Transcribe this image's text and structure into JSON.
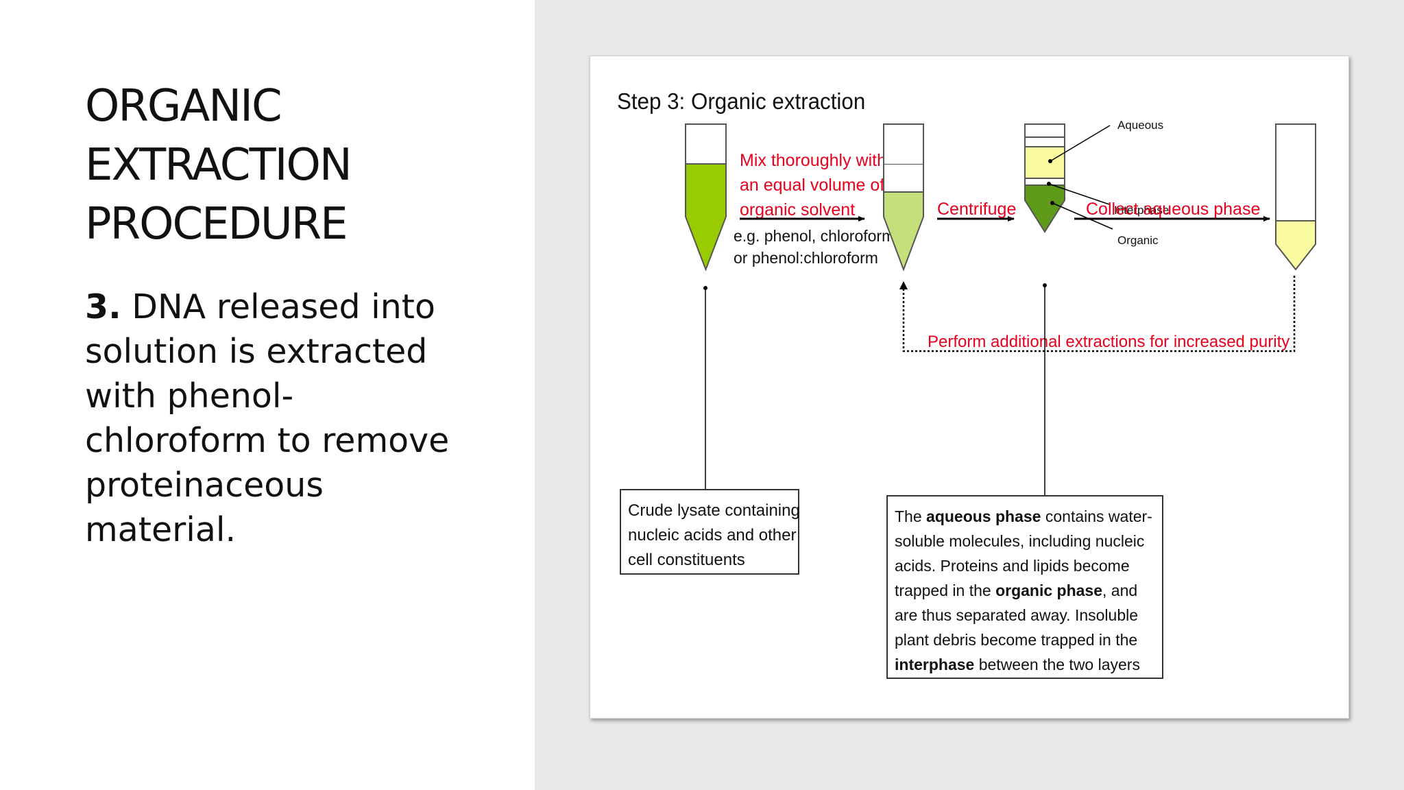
{
  "slide": {
    "title_lines": [
      "ORGANIC",
      "EXTRACTION",
      "PROCEDURE"
    ],
    "body": {
      "step_number": "3.",
      "line1_rest": " DNA released into",
      "line2": "solution is extracted",
      "line3": "with phenol-",
      "line4": "chloroform to remove",
      "line5": "proteinaceous",
      "line6": "material."
    }
  },
  "figure": {
    "title": "Step 3: Organic extraction",
    "mix_lines": [
      "Mix thoroughly with",
      "an equal volume of",
      "organic solvent"
    ],
    "solvent_lines": [
      "e.g. phenol, chloroform,",
      "or phenol:chloroform"
    ],
    "centrifuge_label": "Centrifuge",
    "collect_label": "Collect aqueous phase",
    "aqueous_label": "Aqueous",
    "interphase_label": "Interphase",
    "organic_label": "Organic",
    "repeat_label": "Perform additional extractions for increased purity",
    "crude_box_lines": [
      "Crude lysate containing",
      "nucleic acids and other",
      "cell constituents"
    ],
    "phase_box": {
      "l1_pre": "The ",
      "l1_bold": "aqueous phase",
      "l1_post": " contains water-",
      "l2": "soluble molecules, including nucleic",
      "l3": "acids. Proteins and lipids become",
      "l4_pre": "trapped in the ",
      "l4_bold": "organic phase",
      "l4_post": ", and",
      "l5": "are thus separated away. Insoluble",
      "l6": "plant debris become trapped in the",
      "l7_bold": "interphase",
      "l7_post": " between the two layers"
    },
    "colors": {
      "red_text": "#e8001c",
      "lysate_green": "#99cc00",
      "mixed_green": "#c5e07a",
      "aqueous_yellow": "#fafaa0",
      "organic_green": "#5f9a1a",
      "tube_outline": "#555555"
    }
  }
}
